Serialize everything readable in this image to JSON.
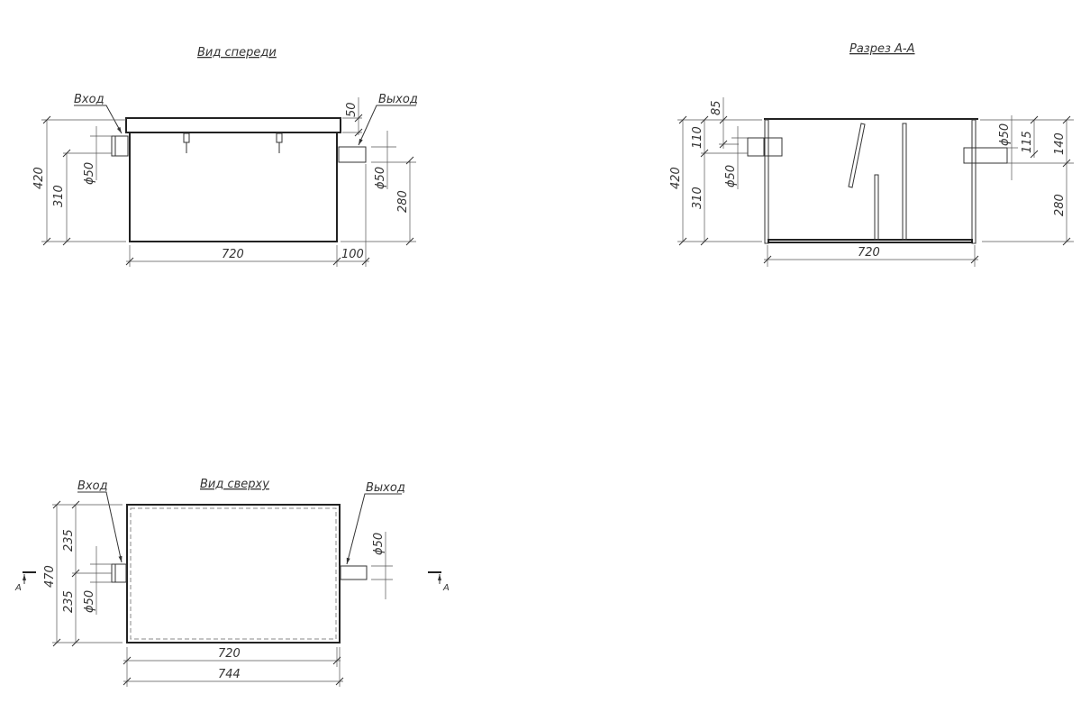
{
  "front_view": {
    "title": "Вид спереди",
    "inlet_label": "Вход",
    "outlet_label": "Выход",
    "dims": {
      "total_height": "420",
      "inlet_height": "310",
      "inlet_diameter": "ϕ50",
      "length": "720",
      "outlet_length": "100",
      "lid_offset": "50",
      "outlet_diameter": "ϕ50",
      "outlet_height": "280"
    }
  },
  "section_view": {
    "title": "Разрез А-А",
    "dims": {
      "total_height": "420",
      "inlet_height": "310",
      "inlet_from_top": "110",
      "top_offset": "85",
      "inlet_diameter": "ϕ50",
      "length": "720",
      "outlet_diameter": "ϕ50",
      "outlet_offset": "115",
      "outlet_from_top": "140",
      "outlet_height": "280"
    }
  },
  "top_view": {
    "title": "Вид сверху",
    "inlet_label": "Вход",
    "outlet_label": "Выход",
    "section_mark": "А",
    "dims": {
      "width": "470",
      "half_top": "235",
      "half_bottom": "235",
      "inlet_diameter": "ϕ50",
      "outlet_diameter": "ϕ50",
      "inner_length": "720",
      "outer_length": "744"
    }
  }
}
